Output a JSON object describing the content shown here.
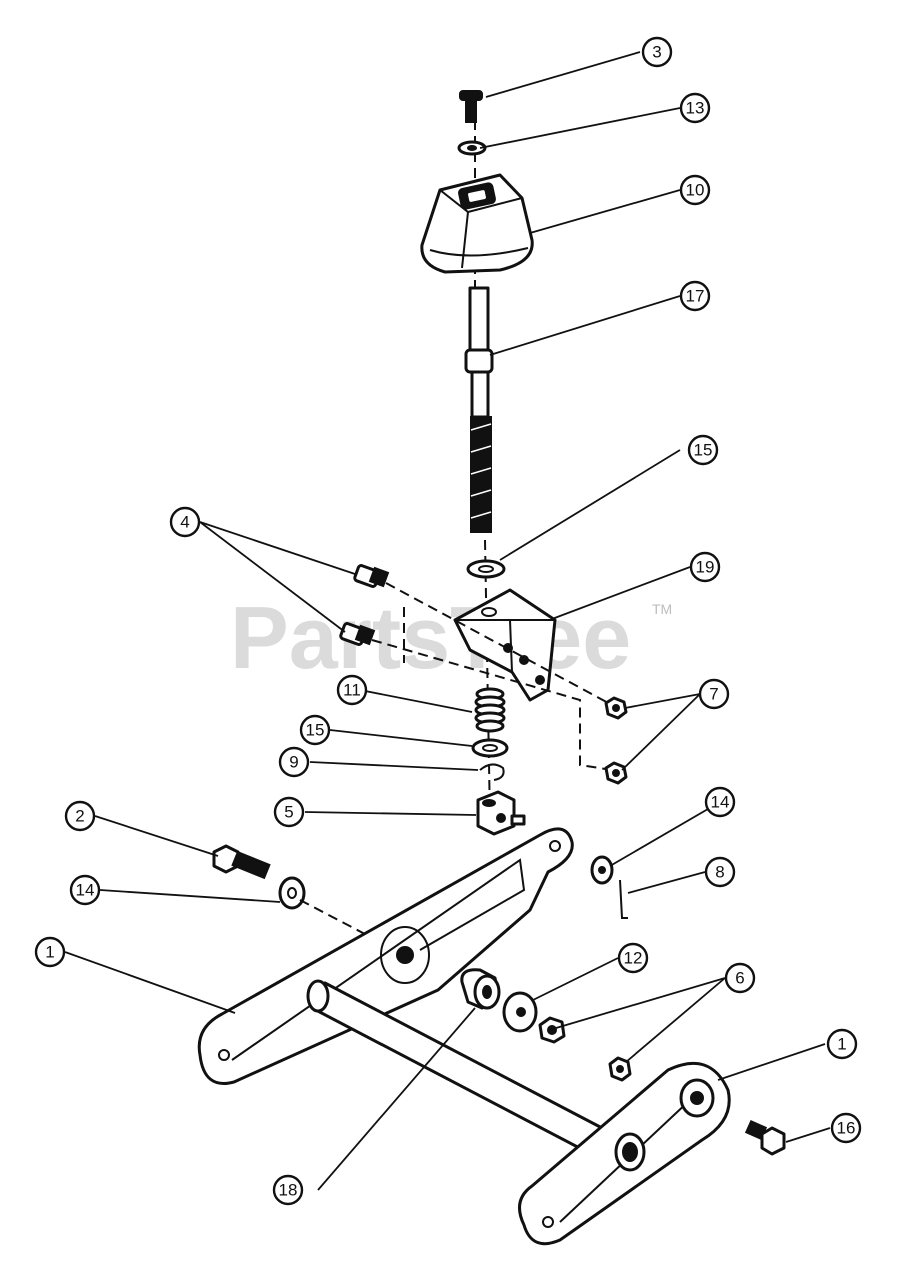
{
  "watermark": {
    "text": "PartsTree",
    "trademark": "TM"
  },
  "callouts": [
    {
      "id": "c3",
      "label": "3"
    },
    {
      "id": "c13",
      "label": "13"
    },
    {
      "id": "c10",
      "label": "10"
    },
    {
      "id": "c17",
      "label": "17"
    },
    {
      "id": "c15a",
      "label": "15"
    },
    {
      "id": "c4",
      "label": "4"
    },
    {
      "id": "c19",
      "label": "19"
    },
    {
      "id": "c11",
      "label": "11"
    },
    {
      "id": "c15b",
      "label": "15"
    },
    {
      "id": "c7",
      "label": "7"
    },
    {
      "id": "c9",
      "label": "9"
    },
    {
      "id": "c5",
      "label": "5"
    },
    {
      "id": "c14a",
      "label": "14"
    },
    {
      "id": "c2",
      "label": "2"
    },
    {
      "id": "c8",
      "label": "8"
    },
    {
      "id": "c14b",
      "label": "14"
    },
    {
      "id": "c1a",
      "label": "1"
    },
    {
      "id": "c12",
      "label": "12"
    },
    {
      "id": "c6",
      "label": "6"
    },
    {
      "id": "c1b",
      "label": "1"
    },
    {
      "id": "c16",
      "label": "16"
    },
    {
      "id": "c18",
      "label": "18"
    }
  ]
}
